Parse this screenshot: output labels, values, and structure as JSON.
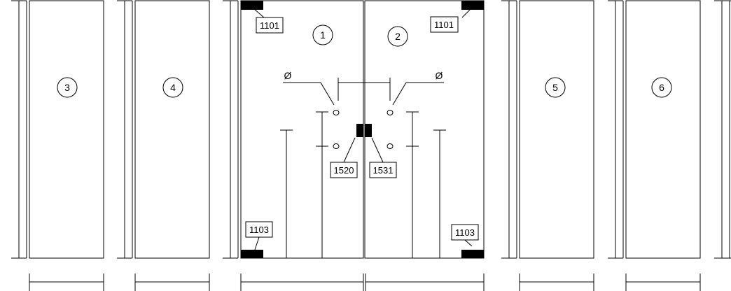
{
  "panels": [
    {
      "id": "panel-3",
      "number": "3"
    },
    {
      "id": "panel-4",
      "number": "4"
    },
    {
      "id": "door-leaf-1",
      "number": "1"
    },
    {
      "id": "door-leaf-2",
      "number": "2"
    },
    {
      "id": "panel-5",
      "number": "5"
    },
    {
      "id": "panel-6",
      "number": "6"
    }
  ],
  "callouts": {
    "top_left_patch": "1101",
    "top_right_patch": "1101",
    "bottom_left_patch": "1103",
    "bottom_right_patch": "1103",
    "lock_left": "1520",
    "lock_right": "1531"
  },
  "symbols": {
    "diameter_left": "Ø",
    "diameter_right": "Ø"
  },
  "colors": {
    "line": "#000000",
    "fitting": "#000000",
    "background": "#ffffff"
  }
}
